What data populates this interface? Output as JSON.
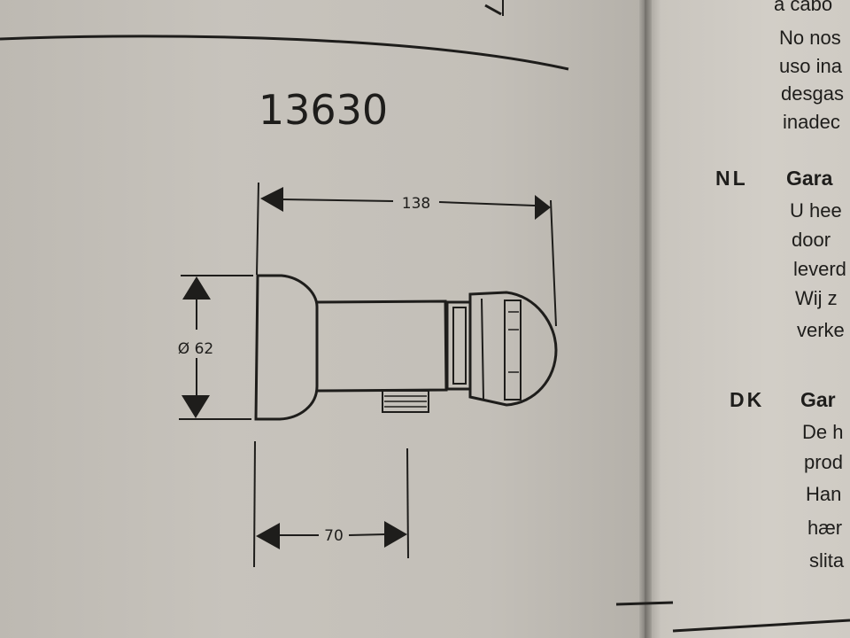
{
  "diagram": {
    "model_number": "13630",
    "dim_length": "138",
    "dim_diameter": "Ø 62",
    "dim_offset": "70"
  },
  "right_page": {
    "spanish_tail": [
      "a cabo",
      "No nos",
      "uso ina",
      "desgas",
      "inadec"
    ],
    "sections": [
      {
        "code": "NL",
        "heading": "Gara",
        "lines": [
          "U hee",
          "door",
          "leverd",
          "Wij z",
          "verke"
        ]
      },
      {
        "code": "DK",
        "heading": "Gar",
        "lines": [
          "De h",
          "prod",
          "Han",
          "hær",
          "slita"
        ]
      }
    ]
  },
  "colors": {
    "ink": "#1e1d1b",
    "paper": "#c7c3bc"
  }
}
